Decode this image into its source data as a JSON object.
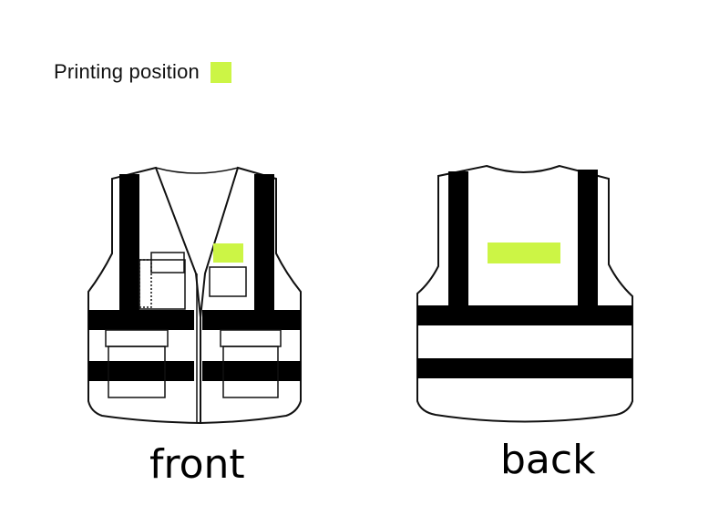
{
  "legend": {
    "label": "Printing position",
    "swatch_color": "#ccf545"
  },
  "captions": {
    "front": "front",
    "back": "back"
  },
  "colors": {
    "outline": "#111111",
    "stripe": "#000000",
    "print_area": "#ccf545",
    "vest_fill": "#ffffff"
  }
}
